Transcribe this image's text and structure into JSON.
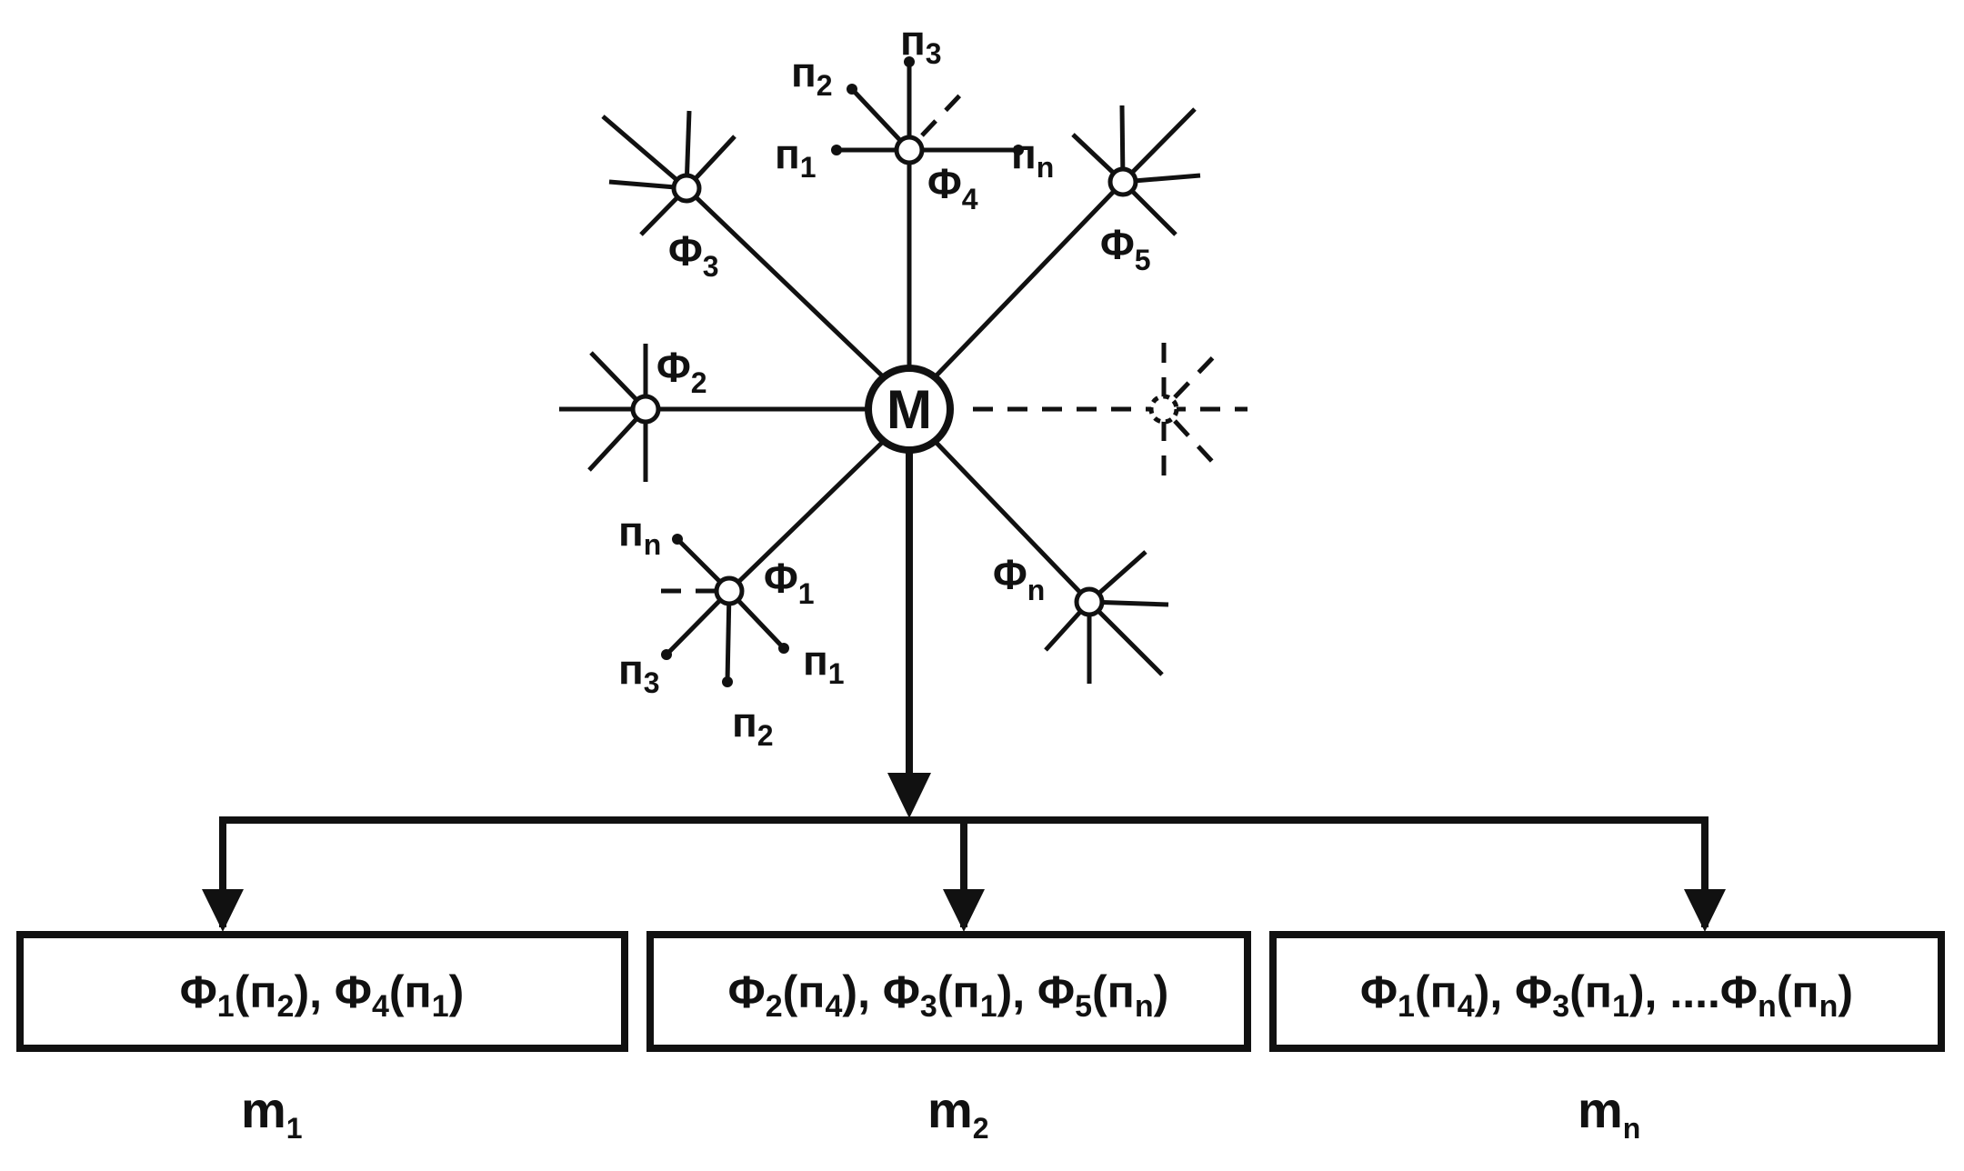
{
  "center": {
    "label": "M"
  },
  "facets": {
    "f1": {
      "main": "Φ",
      "sub": "1"
    },
    "f2": {
      "main": "Φ",
      "sub": "2"
    },
    "f3": {
      "main": "Φ",
      "sub": "3"
    },
    "f4": {
      "main": "Φ",
      "sub": "4"
    },
    "f5": {
      "main": "Φ",
      "sub": "5"
    },
    "fn": {
      "main": "Φ",
      "sub": "n"
    }
  },
  "f4_params": {
    "p1": {
      "main": "п",
      "sub": "1"
    },
    "p2": {
      "main": "п",
      "sub": "2"
    },
    "p3": {
      "main": "п",
      "sub": "3"
    },
    "pn": {
      "main": "п",
      "sub": "n"
    }
  },
  "f1_params": {
    "p1": {
      "main": "п",
      "sub": "1"
    },
    "p2": {
      "main": "п",
      "sub": "2"
    },
    "p3": {
      "main": "п",
      "sub": "3"
    },
    "pn": {
      "main": "п",
      "sub": "n"
    }
  },
  "boxes": [
    {
      "segments": [
        {
          "t": "Φ"
        },
        {
          "s": "1"
        },
        {
          "t": "(п"
        },
        {
          "s": "2"
        },
        {
          "t": "),  Φ"
        },
        {
          "s": "4"
        },
        {
          "t": "(п"
        },
        {
          "s": "1"
        },
        {
          "t": ")"
        }
      ],
      "label": {
        "main": "m",
        "sub": "1"
      }
    },
    {
      "segments": [
        {
          "t": "Φ"
        },
        {
          "s": "2"
        },
        {
          "t": "(п"
        },
        {
          "s": "4"
        },
        {
          "t": "),  Φ"
        },
        {
          "s": "3"
        },
        {
          "t": "(п"
        },
        {
          "s": "1"
        },
        {
          "t": "), Φ"
        },
        {
          "s": "5"
        },
        {
          "t": "(п"
        },
        {
          "s": "n"
        },
        {
          "t": ")"
        }
      ],
      "label": {
        "main": "m",
        "sub": "2"
      }
    },
    {
      "segments": [
        {
          "t": "Φ"
        },
        {
          "s": "1"
        },
        {
          "t": "(п"
        },
        {
          "s": "4"
        },
        {
          "t": "),  Φ"
        },
        {
          "s": "3"
        },
        {
          "t": "(п"
        },
        {
          "s": "1"
        },
        {
          "t": "), ....Φ"
        },
        {
          "s": "n"
        },
        {
          "t": "(п"
        },
        {
          "s": "n"
        },
        {
          "t": ")"
        }
      ],
      "label": {
        "main": "m",
        "sub": "n"
      }
    }
  ]
}
